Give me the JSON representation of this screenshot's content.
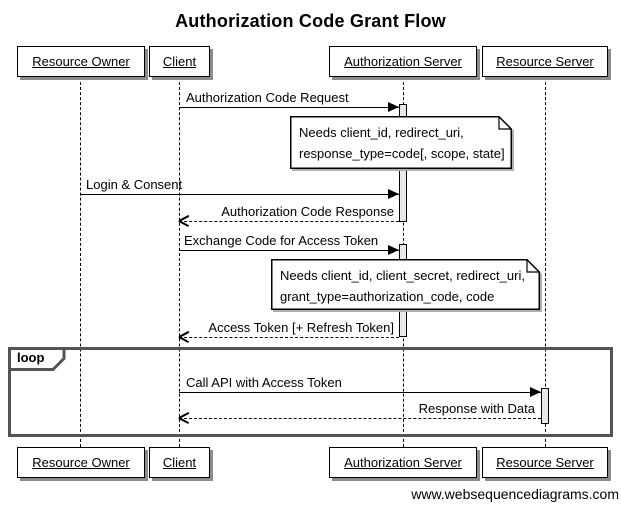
{
  "title": "Authorization Code Grant Flow",
  "footer": "www.websequencediagrams.com",
  "participants": [
    {
      "name": "Resource Owner"
    },
    {
      "name": "Client"
    },
    {
      "name": "Authorization Server"
    },
    {
      "name": "Resource Server"
    }
  ],
  "messages": [
    {
      "label": "Authorization Code Request",
      "from": "Client",
      "to": "Authorization Server",
      "line": "solid"
    },
    {
      "label": "Login & Consent",
      "from": "Resource Owner",
      "to": "Authorization Server",
      "line": "solid"
    },
    {
      "label": "Authorization Code Response",
      "from": "Authorization Server",
      "to": "Client",
      "line": "dashed"
    },
    {
      "label": "Exchange Code for Access Token",
      "from": "Client",
      "to": "Authorization Server",
      "line": "solid"
    },
    {
      "label": "Access Token [+ Refresh Token]",
      "from": "Authorization Server",
      "to": "Client",
      "line": "dashed"
    },
    {
      "label": "Call API with Access Token",
      "from": "Client",
      "to": "Resource Server",
      "line": "solid"
    },
    {
      "label": "Response with Data",
      "from": "Resource Server",
      "to": "Client",
      "line": "dashed"
    }
  ],
  "notes": [
    {
      "lines": [
        "Needs client_id, redirect_uri,",
        "response_type=code[, scope, state]"
      ]
    },
    {
      "lines": [
        "Needs client_id, client_secret, redirect_uri,",
        "grant_type=authorization_code, code"
      ]
    }
  ],
  "loop_frame": {
    "label": "loop"
  },
  "colors": {
    "line": "#000000",
    "loop_border": "#545454",
    "activation_fill": "#e8e8e8",
    "note_fill": "#ffffff",
    "box_shadow": "#8c8c8c",
    "background": "#ffffff"
  }
}
